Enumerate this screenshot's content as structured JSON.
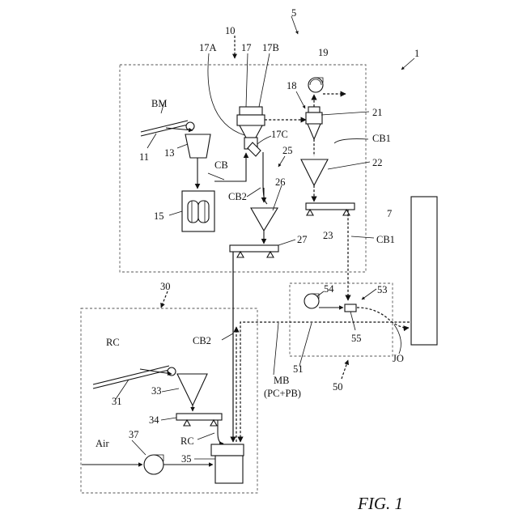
{
  "figure_label": "FIG. 1",
  "labels": {
    "n1": "1",
    "n5": "5",
    "n7": "7",
    "n10": "10",
    "n11": "11",
    "n13": "13",
    "n15": "15",
    "n17": "17",
    "n17A": "17A",
    "n17B": "17B",
    "n17C": "17C",
    "n18": "18",
    "n19": "19",
    "n21": "21",
    "n22": "22",
    "n23": "23",
    "n25": "25",
    "n26": "26",
    "n27": "27",
    "n30": "30",
    "n31": "31",
    "n33": "33",
    "n34": "34",
    "n35": "35",
    "n37": "37",
    "n50": "50",
    "n51": "51",
    "n53": "53",
    "n54": "54",
    "n55": "55",
    "BM": "BM",
    "CB": "CB",
    "CB1_a": "CB1",
    "CB1_b": "CB1",
    "CB2_a": "CB2",
    "CB2_b": "CB2",
    "RC_a": "RC",
    "RC_b": "RC",
    "Air": "Air",
    "JO": "JO",
    "MB": "MB",
    "MB_sub": "(PC+PB)"
  }
}
